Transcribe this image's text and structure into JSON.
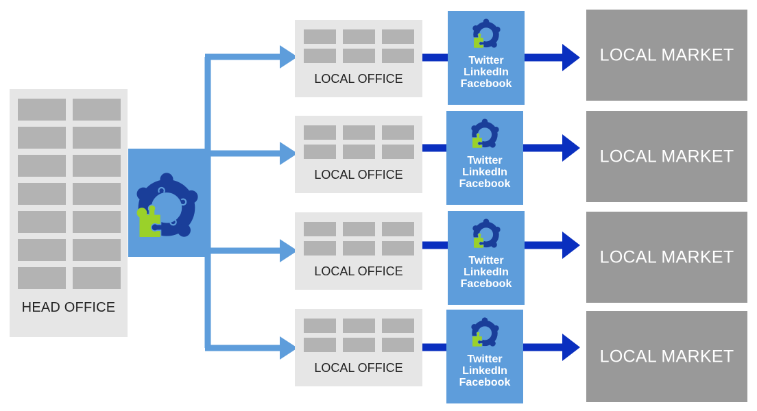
{
  "head_office": {
    "label": "HEAD OFFICE"
  },
  "branches": [
    {
      "office_label": "LOCAL OFFICE",
      "social": {
        "line1": "Twitter",
        "line2": "LinkedIn",
        "line3": "Facebook"
      },
      "market_label": "LOCAL MARKET"
    },
    {
      "office_label": "LOCAL OFFICE",
      "social": {
        "line1": "Twitter",
        "line2": "LinkedIn",
        "line3": "Facebook"
      },
      "market_label": "LOCAL MARKET"
    },
    {
      "office_label": "LOCAL OFFICE",
      "social": {
        "line1": "Twitter",
        "line2": "LinkedIn",
        "line3": "Facebook"
      },
      "market_label": "LOCAL MARKET"
    },
    {
      "office_label": "LOCAL OFFICE",
      "social": {
        "line1": "Twitter",
        "line2": "LinkedIn",
        "line3": "Facebook"
      },
      "market_label": "LOCAL MARKET"
    }
  ],
  "icons": {
    "hub": "team-puzzle-icon",
    "social": "team-puzzle-icon"
  },
  "colors": {
    "light_blue": "#5e9ddb",
    "dark_blue": "#0a2fbf",
    "logo_navy": "#1a3e99",
    "logo_green": "#9ad12a",
    "box_gray": "#e6e6e6",
    "cell_gray": "#b3b3b3",
    "market_gray": "#999999"
  }
}
